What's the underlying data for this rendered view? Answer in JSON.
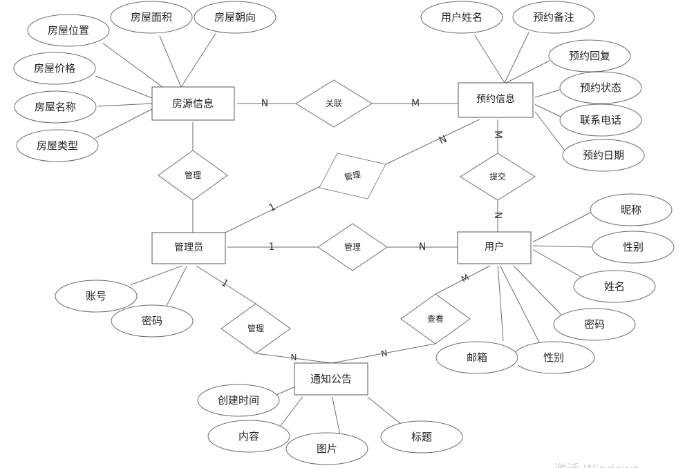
{
  "entities": {
    "house": "房源信息",
    "booking": "预约信息",
    "admin": "管理员",
    "user": "用户",
    "notice": "通知公告"
  },
  "relations": {
    "related": "关联",
    "manage_house": "管理",
    "manage_booking": "管理",
    "submit": "提交",
    "manage_user": "管理",
    "manage_notice": "管理",
    "view": "查看"
  },
  "attributes": {
    "house_area": "房屋面积",
    "house_orientation": "房屋朝向",
    "house_location": "房屋位置",
    "house_price": "房屋价格",
    "house_name": "房屋名称",
    "house_type": "房屋类型",
    "booking_username": "用户姓名",
    "booking_note": "预约备注",
    "booking_reply": "预约回复",
    "booking_status": "预约状态",
    "booking_phone": "联系电话",
    "booking_date": "预约日期",
    "user_nickname": "昵称",
    "user_gender": "性别",
    "user_realname": "姓名",
    "user_password": "密码",
    "user_gender2": "性别",
    "user_email": "邮箱",
    "admin_account": "账号",
    "admin_password": "密码",
    "notice_created": "创建时间",
    "notice_content": "内容",
    "notice_image": "图片",
    "notice_title": "标题"
  },
  "cardinalities": {
    "house_related": "N",
    "booking_related": "M",
    "booking_manage": "N",
    "admin_manage_booking": "1",
    "booking_submit": "M",
    "user_submit": "N",
    "admin_manage_user": "1",
    "user_manage": "N",
    "admin_manage_notice": "1",
    "notice_manage": "N",
    "user_view": "M",
    "notice_view": "N"
  },
  "watermark": "激活 Windows"
}
